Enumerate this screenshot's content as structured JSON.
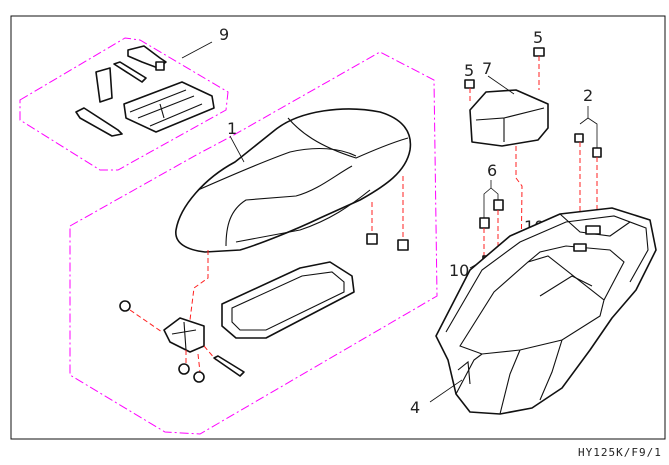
{
  "diagram": {
    "callouts": {
      "c9": "9",
      "c1": "1",
      "c5a": "5",
      "c7": "7",
      "c5b": "5",
      "c2": "2",
      "c6": "6",
      "c10a": "10",
      "c10b": "10",
      "c4": "4"
    },
    "drawing_code": "HY125K/F9/1",
    "colors": {
      "frame": "#111111",
      "group_outline": "#ff00ff",
      "leader_red": "#ff2020"
    }
  }
}
